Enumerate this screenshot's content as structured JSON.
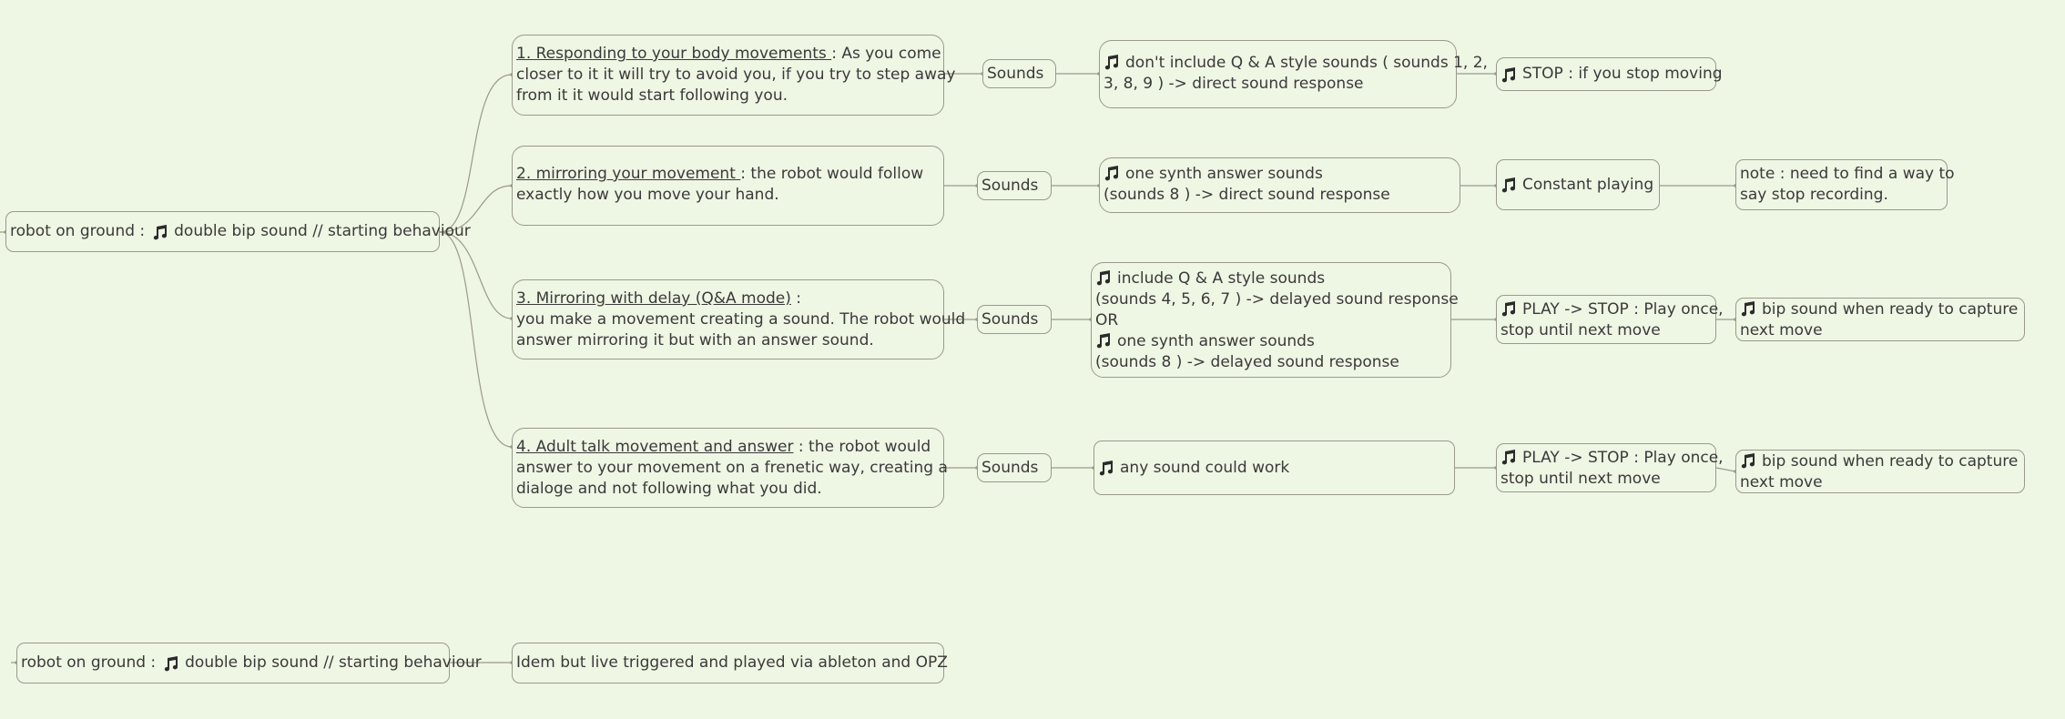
{
  "nodes": {
    "root1": {
      "text": "robot on ground :",
      "text2": "double bip sound // starting behaviour"
    },
    "root2": {
      "text": "robot on ground :",
      "text2": "double bip sound // starting behaviour"
    },
    "idem": {
      "text": "Idem but live triggered and played via ableton and OPZ"
    },
    "b1": {
      "title": "1. Responding to your body movements ",
      "l1": ": As you come",
      "l2": "closer to it it will try to avoid you, if you try to step away",
      "l3": "from it it would start following you."
    },
    "b2": {
      "title": "2. mirroring your movement ",
      "l1": ": the robot would follow",
      "l2": "exactly how you move your hand."
    },
    "b3": {
      "title": "3. Mirroring with delay (Q&A mode)",
      "l1": " :",
      "l2": "you make a movement creating a sound. The robot would",
      "l3": "answer mirroring it but with an answer sound."
    },
    "b4": {
      "title": "4. Adult talk movement and answer",
      "l1": " : the robot would",
      "l2": "answer to your movement on a frenetic way, creating a",
      "l3": "dialoge and not following what you did."
    },
    "s1": {
      "text": "Sounds"
    },
    "s2": {
      "text": "Sounds"
    },
    "s3": {
      "text": "Sounds"
    },
    "s4": {
      "text": "Sounds"
    },
    "d1": {
      "l1": "don't include Q & A style sounds ( sounds 1, 2,",
      "l2": "3, 8, 9 ) -> direct sound response"
    },
    "d2": {
      "l1": "one synth answer sounds",
      "l2": "(sounds 8 ) -> direct sound response"
    },
    "d3": {
      "l1": "include Q & A style sounds",
      "l2": "(sounds 4, 5, 6, 7 ) -> delayed sound response",
      "l3": "OR",
      "l4": "one synth answer sounds",
      "l5": "(sounds 8 ) -> delayed sound response"
    },
    "d4": {
      "l1": "any sound could work"
    },
    "e1": {
      "text": "STOP : if you stop moving"
    },
    "e2": {
      "text": "Constant playing"
    },
    "e3": {
      "l1": "PLAY -> STOP : Play once,",
      "l2": "stop until next move"
    },
    "e4": {
      "l1": "PLAY -> STOP : Play once,",
      "l2": "stop until next move"
    },
    "f2": {
      "l1": "note : need to find a way to",
      "l2": "say stop recording."
    },
    "f3": {
      "l1": "bip sound when ready to capture",
      "l2": "next move"
    },
    "f4": {
      "l1": "bip sound when ready to capture",
      "l2": "next move"
    }
  },
  "icons": {
    "note": "music-note-icon"
  },
  "colors": {
    "background": "#eef6e4",
    "border": "#9a9a8c",
    "link": "#9a9a8c",
    "text": "#3a3a3a"
  }
}
